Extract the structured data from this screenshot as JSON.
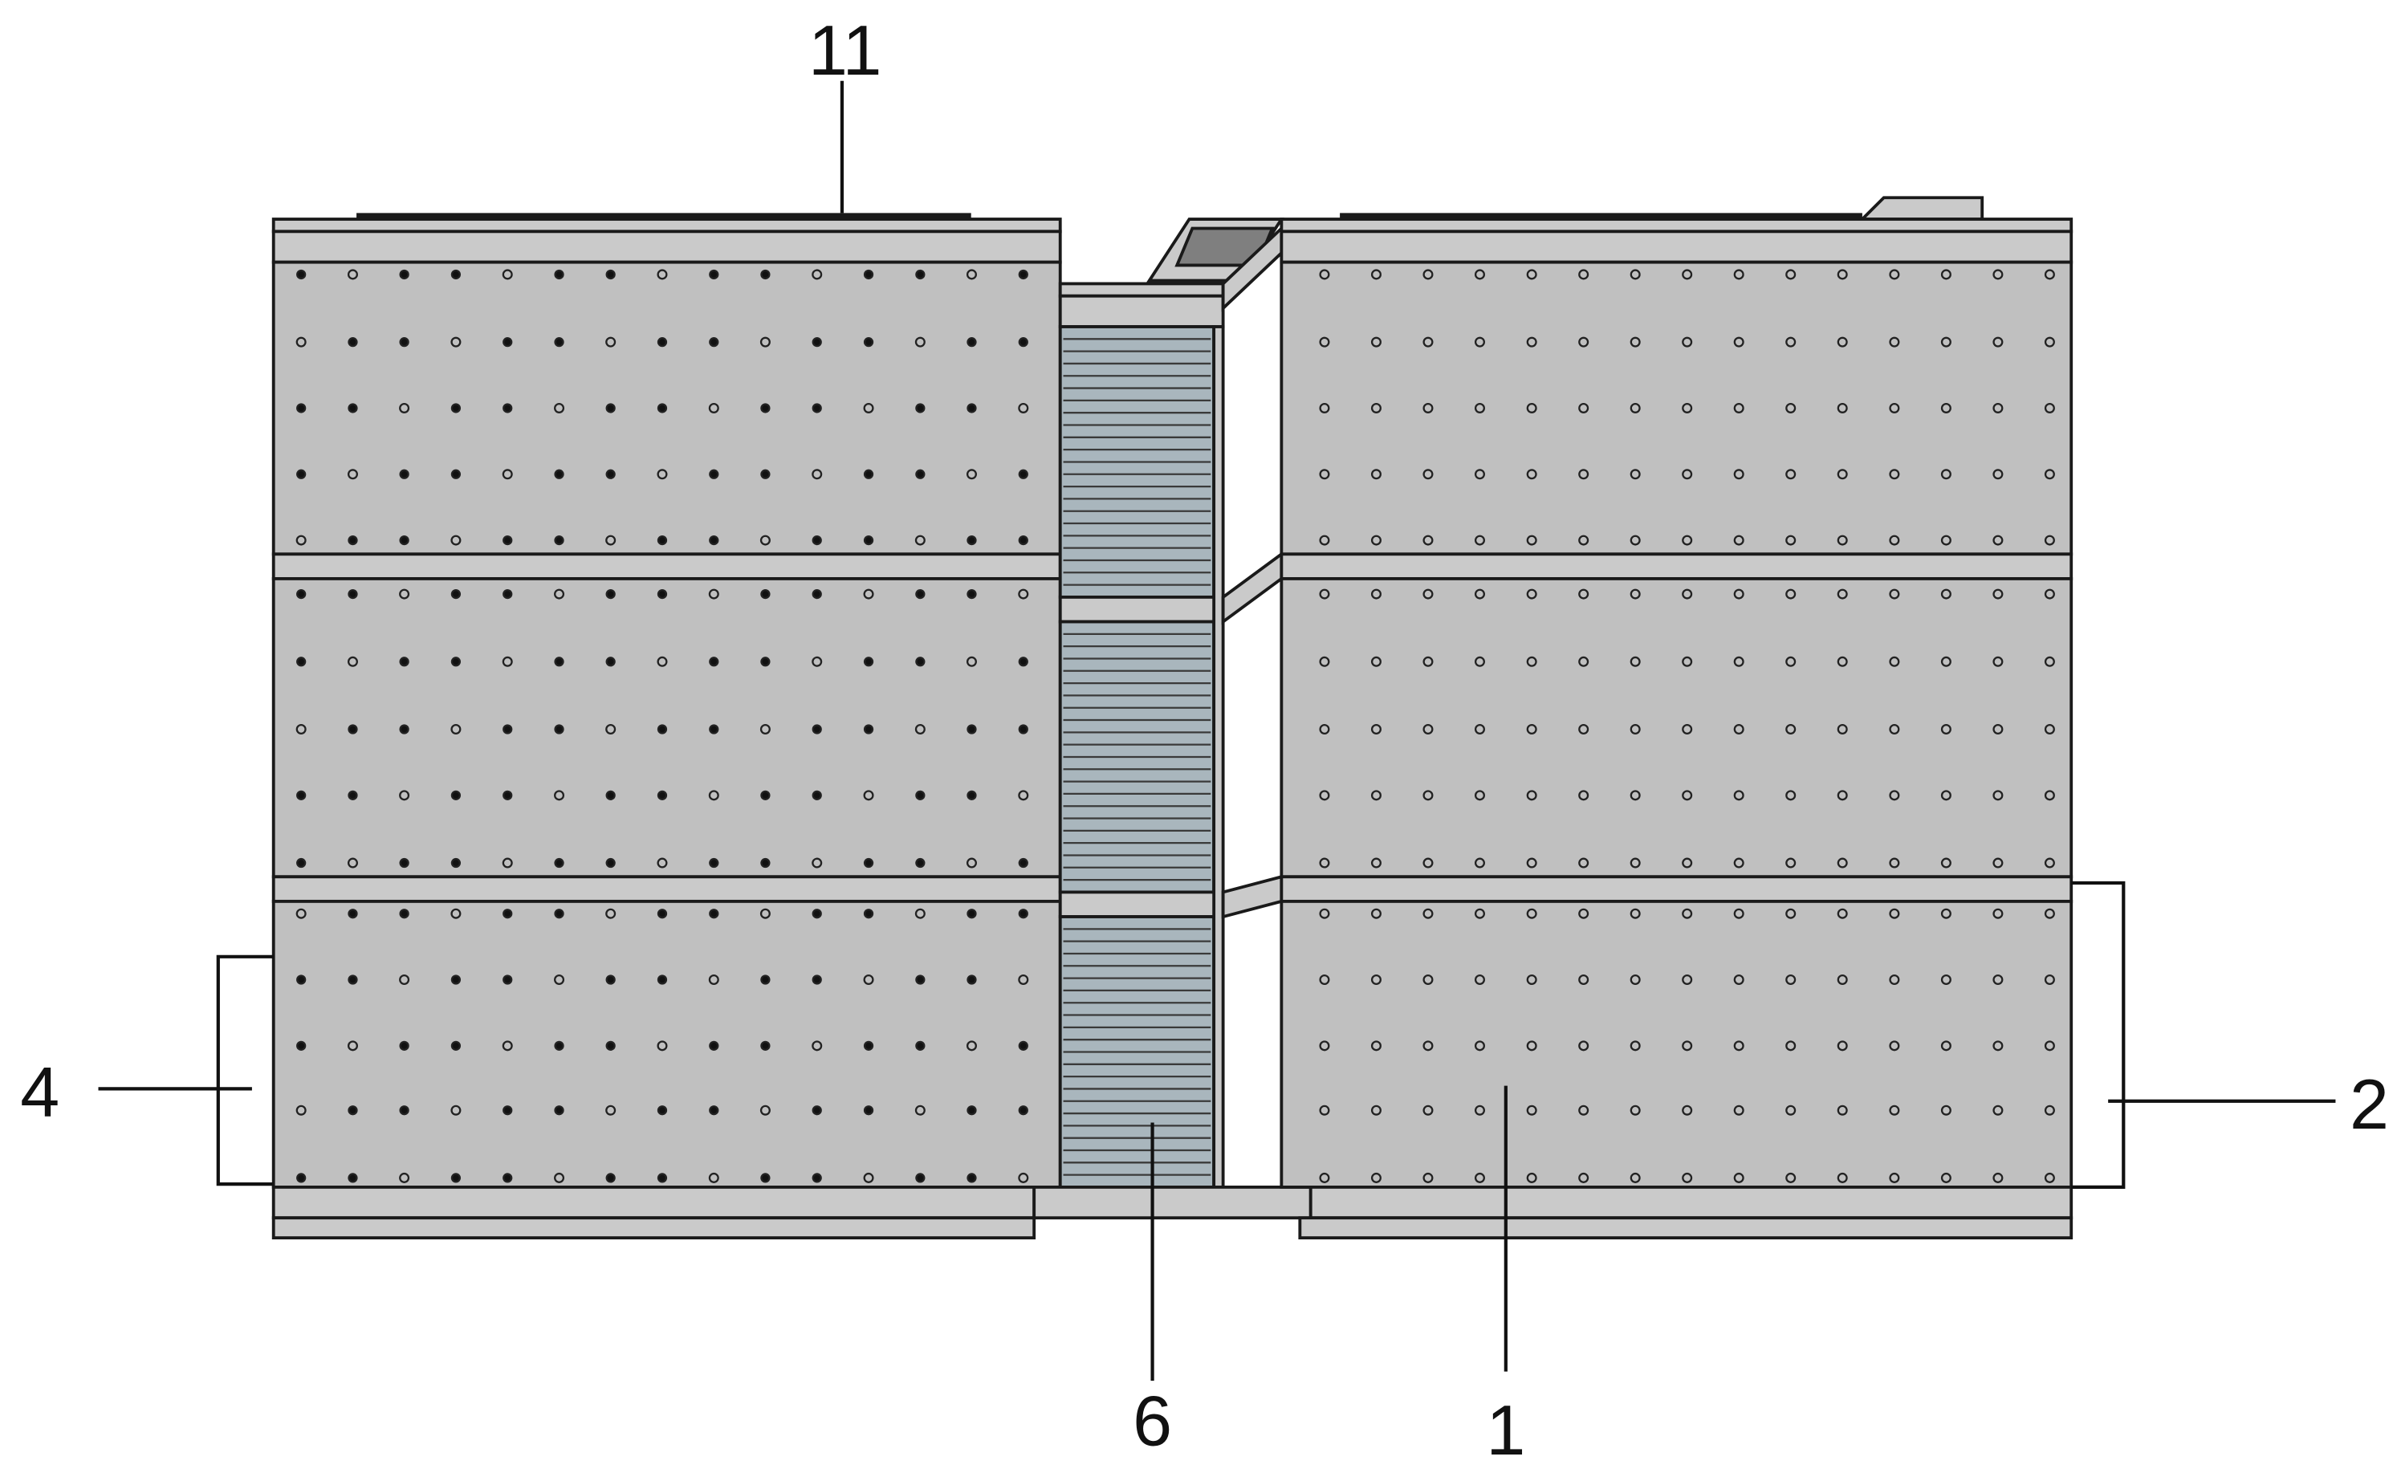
{
  "diagram": {
    "labels": [
      {
        "id": "label-11",
        "text": "11"
      },
      {
        "id": "label-4",
        "text": "4"
      },
      {
        "id": "label-6",
        "text": "6"
      },
      {
        "id": "label-1",
        "text": "1"
      },
      {
        "id": "label-2",
        "text": "2"
      }
    ],
    "colors": {
      "panel": "#c0c0c0",
      "frame": "#cacaca",
      "stroke": "#1a1a1a",
      "stair": "#a9b6bd",
      "hopper": "#7f7f7f"
    }
  }
}
